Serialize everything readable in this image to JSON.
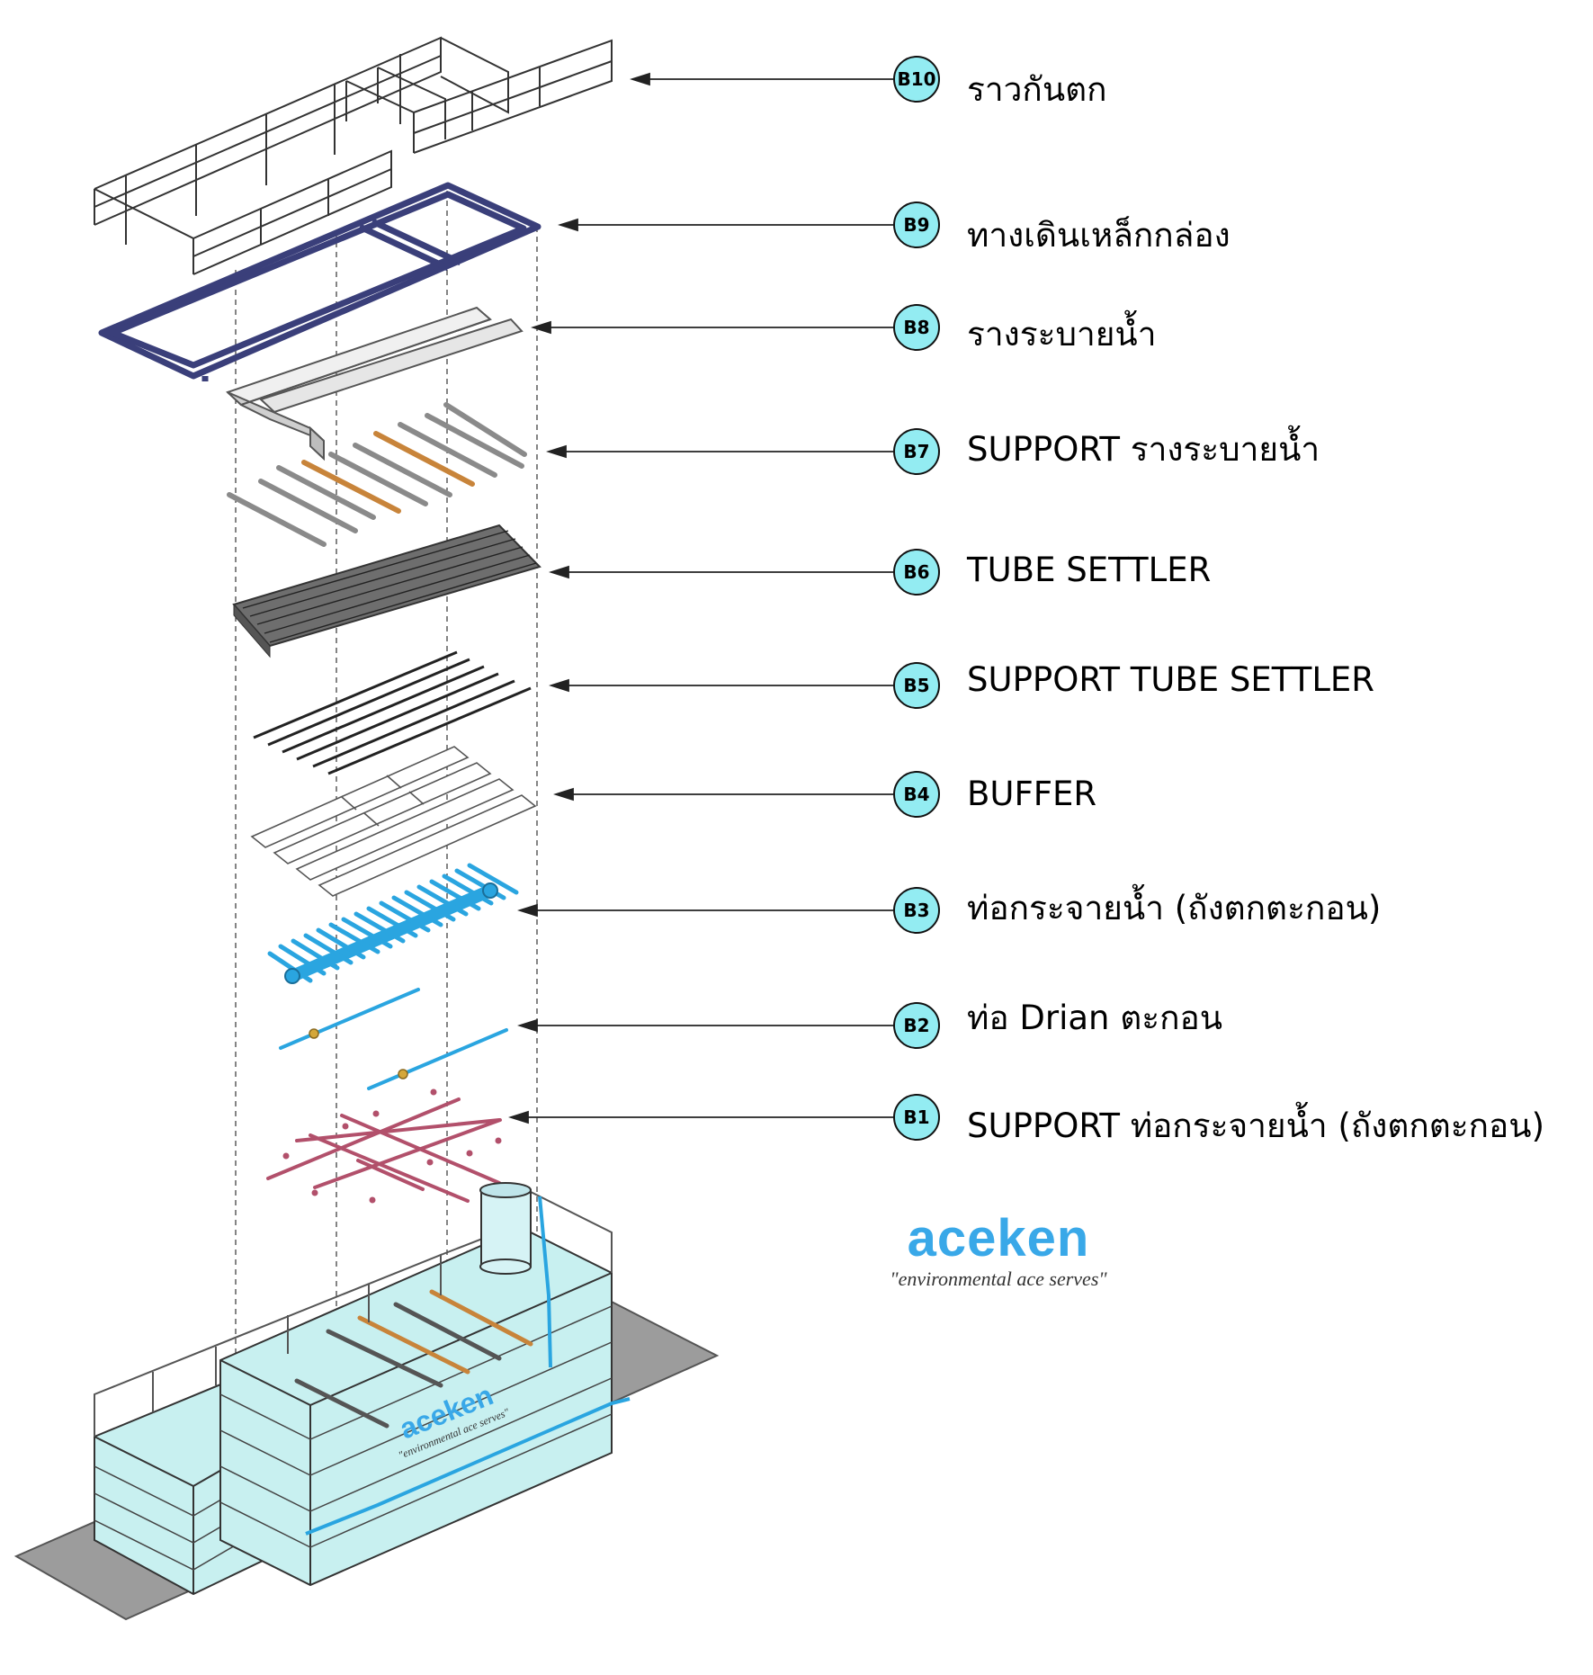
{
  "colors": {
    "badge_fill": "#93ecf2",
    "brand_blue": "#39a8e8",
    "walkway_blue": "#3a3f7a",
    "pipe_blue": "#2aa5e0",
    "tank_fill": "#c8f0f0",
    "pad_gray": "#9c9c9c",
    "pipe_red": "#b2506b",
    "support_orange": "#c8843a"
  },
  "callouts": [
    {
      "id": "B10",
      "label": "ราวกันตก"
    },
    {
      "id": "B9",
      "label": "ทางเดินเหล็กกล่อง"
    },
    {
      "id": "B8",
      "label": "รางระบายน้ำ"
    },
    {
      "id": "B7",
      "label": "SUPPORT รางระบายน้ำ"
    },
    {
      "id": "B6",
      "label": "TUBE SETTLER"
    },
    {
      "id": "B5",
      "label": "SUPPORT TUBE SETTLER"
    },
    {
      "id": "B4",
      "label": "BUFFER"
    },
    {
      "id": "B3",
      "label": "ท่อกระจายน้ำ (ถังตกตะกอน)"
    },
    {
      "id": "B2",
      "label": "ท่อ Drian ตะกอน"
    },
    {
      "id": "B1",
      "label": "SUPPORT ท่อกระจายน้ำ (ถังตกตะกอน)"
    }
  ],
  "brand": {
    "name": "aceken",
    "tagline": "\"environmental ace serves\""
  }
}
